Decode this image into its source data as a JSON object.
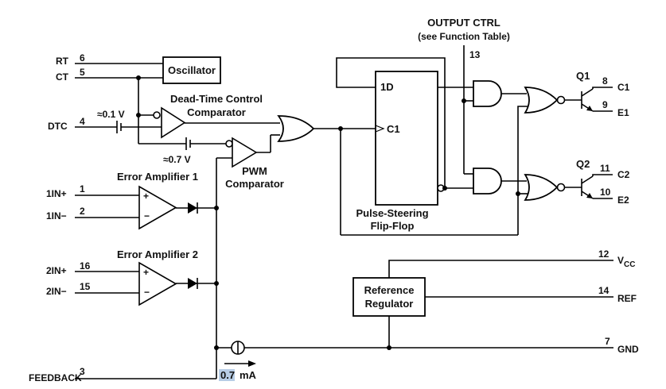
{
  "labels": {
    "output_ctrl": "OUTPUT CTRL",
    "output_ctrl_sub": "(see Function Table)",
    "oscillator": "Oscillator",
    "dead_time_line1": "Dead-Time Control",
    "dead_time_line2": "Comparator",
    "pwm_line1": "PWM",
    "pwm_line2": "Comparator",
    "error_amp1": "Error Amplifier 1",
    "error_amp2": "Error Amplifier 2",
    "flipflop_line1": "Pulse-Steering",
    "flipflop_line2": "Flip-Flop",
    "ff_1d": "1D",
    "ff_c1": "C1",
    "ref_line1": "Reference",
    "ref_line2": "Regulator",
    "q1": "Q1",
    "q2": "Q2",
    "v01": "≈0.1 V",
    "v07": "≈0.7 V",
    "plus": "+",
    "minus": "−",
    "current_value": "0.7",
    "current_unit": "mA"
  },
  "pins": {
    "rt": {
      "name": "RT",
      "num": "6"
    },
    "ct": {
      "name": "CT",
      "num": "5"
    },
    "dtc": {
      "name": "DTC",
      "num": "4"
    },
    "in1p": {
      "name": "1IN+",
      "num": "1"
    },
    "in1m": {
      "name": "1IN−",
      "num": "2"
    },
    "in2p": {
      "name": "2IN+",
      "num": "16"
    },
    "in2m": {
      "name": "2IN−",
      "num": "15"
    },
    "feedback": {
      "name": "FEEDBACK",
      "num": "3"
    },
    "output_ctrl": {
      "num": "13"
    },
    "c1": {
      "name": "C1",
      "num": "8"
    },
    "e1": {
      "name": "E1",
      "num": "9"
    },
    "c2": {
      "name": "C2",
      "num": "11"
    },
    "e2": {
      "name": "E2",
      "num": "10"
    },
    "vcc": {
      "name": "V",
      "sub": "CC",
      "num": "12"
    },
    "ref": {
      "name": "REF",
      "num": "14"
    },
    "gnd": {
      "name": "GND",
      "num": "7"
    }
  }
}
